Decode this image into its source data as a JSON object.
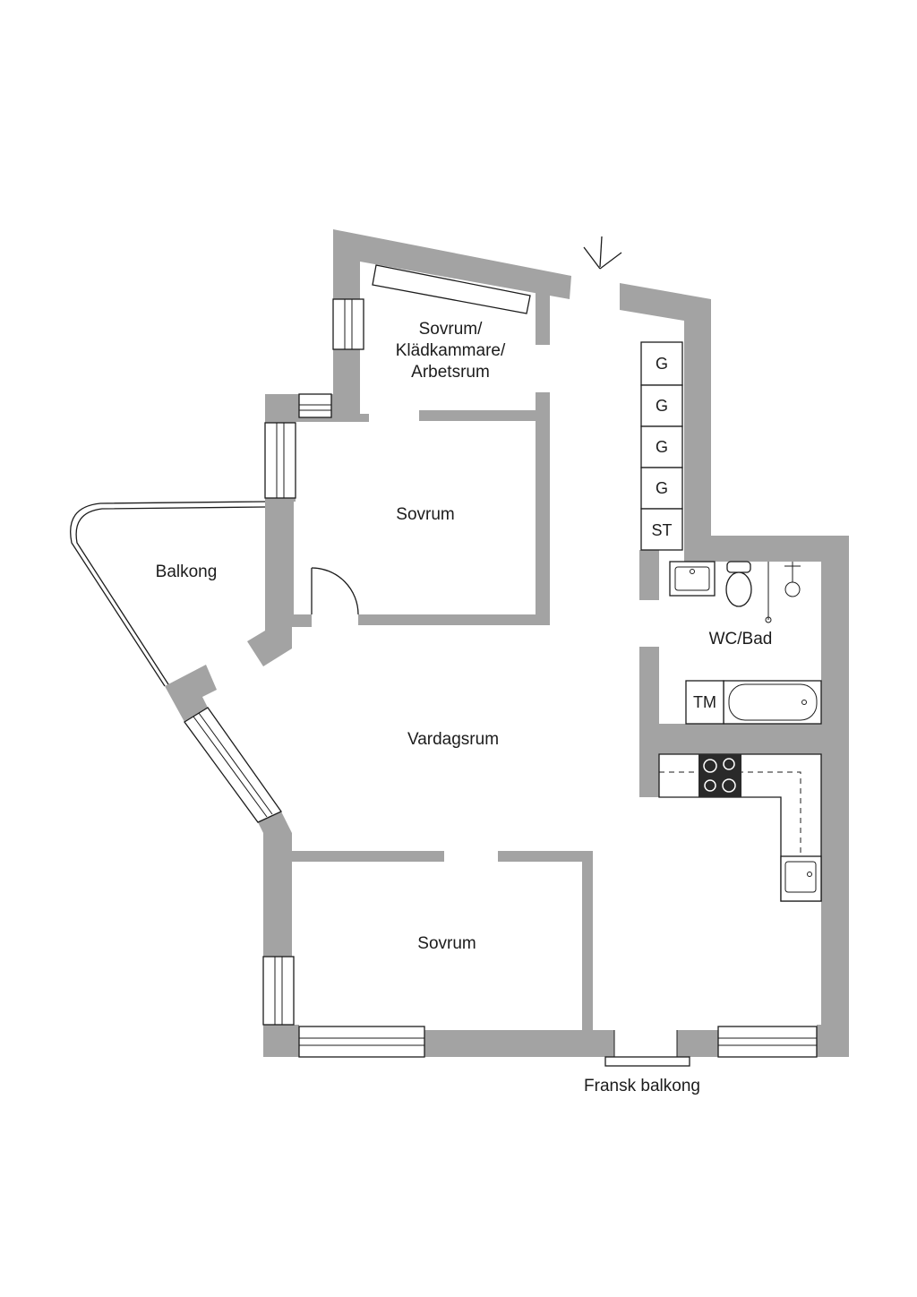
{
  "rooms": {
    "sovrum_top_line1": "Sovrum/",
    "sovrum_top_line2": "Klädkammare/",
    "sovrum_top_line3": "Arbetsrum",
    "sovrum_middle": "Sovrum",
    "balkong": "Balkong",
    "wc_bad": "WC/Bad",
    "vardagsrum": "Vardagsrum",
    "sovrum_bottom": "Sovrum",
    "fransk_balkong": "Fransk balkong"
  },
  "cabinets": [
    "G",
    "G",
    "G",
    "G",
    "ST"
  ],
  "fixtures": {
    "tm": "TM"
  },
  "colors": {
    "wall": "#a3a3a3",
    "line": "#1c1c1c",
    "background": "#ffffff"
  }
}
